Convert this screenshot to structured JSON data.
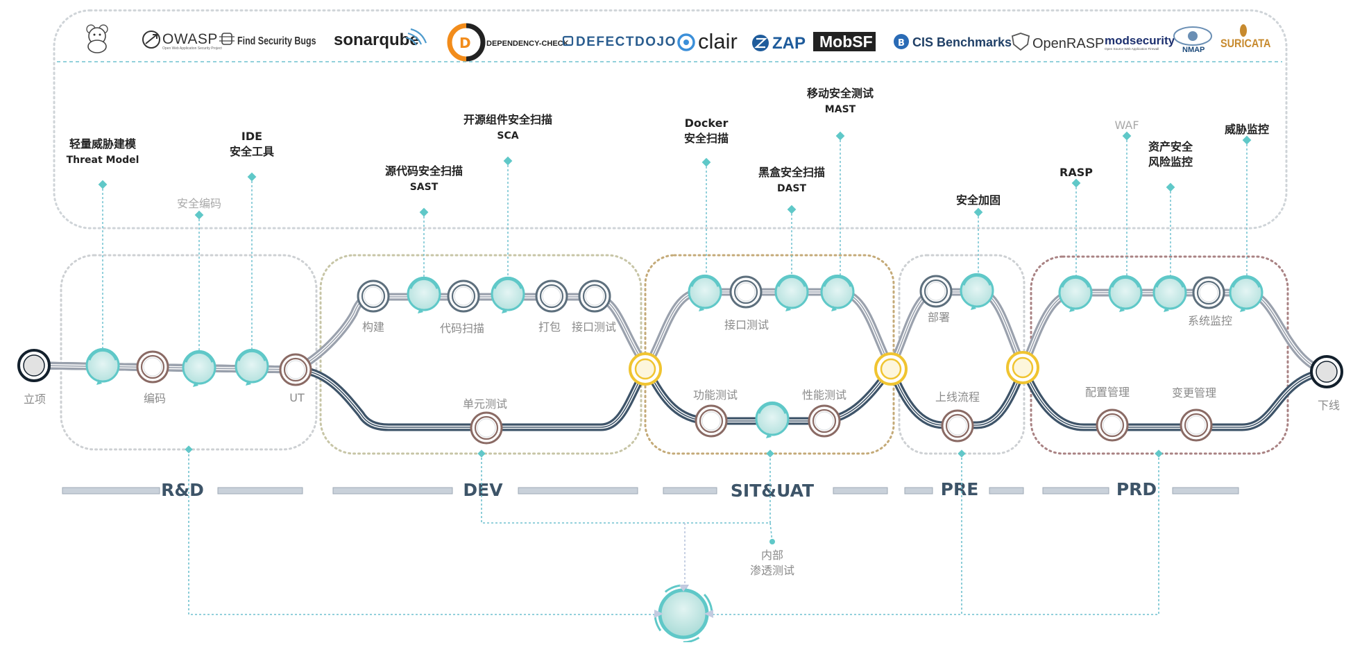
{
  "colors": {
    "teal": "#5fc8c8",
    "tealFill": "#bfe6e4",
    "slate": "#5d6f7d",
    "brown": "#8a6a64",
    "gold": "#f0c430",
    "trackDark": "#3e5469",
    "trackLight": "#9aa1ad",
    "frame": "#cfd4d8",
    "phaseText": "#3d5468",
    "mutedText": "#8c8c8c",
    "darkText": "#222222"
  },
  "tools": [
    {
      "icon": "bear-mascot-logo-icon",
      "text": ""
    },
    {
      "icon": "owasp-logo-icon",
      "text": "OWASP",
      "sub": "Open Web Application Security Project"
    },
    {
      "icon": "find-security-bugs-logo-icon",
      "text": "Find Security Bugs"
    },
    {
      "icon": "sonarqube-logo-icon",
      "text": "sonarqube"
    },
    {
      "icon": "dependency-check-logo-icon",
      "text": "DEPENDENCY-CHECK"
    },
    {
      "icon": "defectdojo-logo-icon",
      "text": "DEFECTDOJO"
    },
    {
      "icon": "clair-logo-icon",
      "text": "clair"
    },
    {
      "icon": "zap-logo-icon",
      "text": "ZAP"
    },
    {
      "icon": "mobsf-logo-icon",
      "text": "MobSF"
    },
    {
      "icon": "cis-benchmarks-logo-icon",
      "text": "CIS Benchmarks"
    },
    {
      "icon": "openrasp-logo-icon",
      "text": "OpenRASP"
    },
    {
      "icon": "modsecurity-logo-icon",
      "text": "modsecurity",
      "sub": "Open Source Web Application Firewall"
    },
    {
      "icon": "nmap-logo-icon",
      "text": "NMAP"
    },
    {
      "icon": "suricata-logo-icon",
      "text": "SURICATA"
    }
  ],
  "activities": [
    {
      "lines": [
        "轻量威胁建模",
        "Threat Model"
      ],
      "muted": false
    },
    {
      "lines": [
        "安全编码"
      ],
      "muted": true
    },
    {
      "lines": [
        "IDE",
        "安全工具"
      ],
      "muted": false
    },
    {
      "lines": [
        "源代码安全扫描",
        "SAST"
      ],
      "muted": false
    },
    {
      "lines": [
        "开源组件安全扫描",
        "SCA"
      ],
      "muted": false
    },
    {
      "lines": [
        "Docker",
        "安全扫描"
      ],
      "muted": false
    },
    {
      "lines": [
        "黑盒安全扫描",
        "DAST"
      ],
      "muted": false
    },
    {
      "lines": [
        "移动安全测试",
        "MAST"
      ],
      "muted": false
    },
    {
      "lines": [
        "安全加固"
      ],
      "muted": false
    },
    {
      "lines": [
        "RASP"
      ],
      "muted": false
    },
    {
      "lines": [
        "WAF"
      ],
      "muted": true
    },
    {
      "lines": [
        "资产安全",
        "风险监控"
      ],
      "muted": false
    },
    {
      "lines": [
        "威胁监控"
      ],
      "muted": false
    }
  ],
  "stages": {
    "start": "立项",
    "coding": "编码",
    "ut": "UT",
    "build": "构建",
    "codeScan": "代码扫描",
    "package": "打包",
    "apiTestDev": "接口测试",
    "unitTest": "单元测试",
    "apiTestSit": "接口测试",
    "funcTest": "功能测试",
    "perfTest": "性能测试",
    "deploy": "部署",
    "releaseFlow": "上线流程",
    "sysMonitor": "系统监控",
    "configMgmt": "配置管理",
    "changeMgmt": "变更管理",
    "end": "下线"
  },
  "phases": [
    "R&D",
    "DEV",
    "SIT&UAT",
    "PRE",
    "PRD"
  ],
  "pentest": [
    "内部",
    "渗透测试"
  ]
}
